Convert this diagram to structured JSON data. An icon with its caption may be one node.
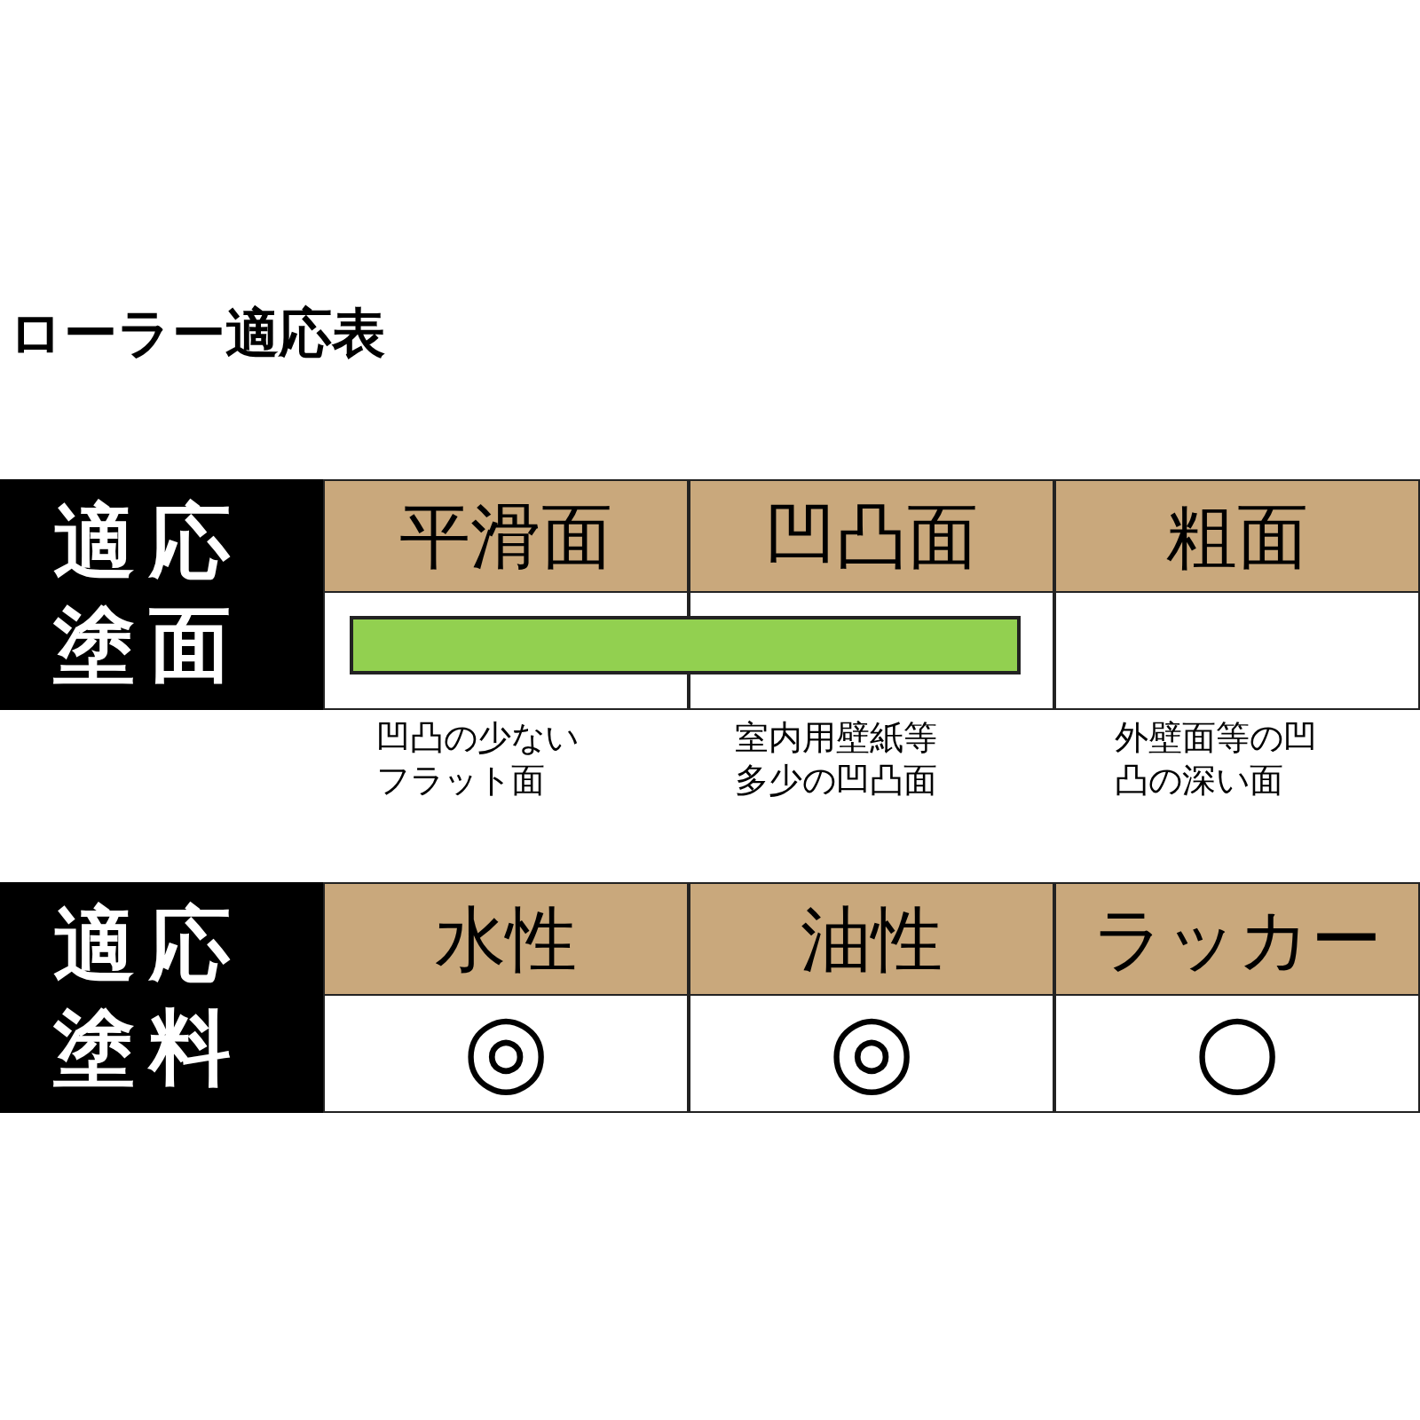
{
  "diagram": {
    "title": "ローラー適応表",
    "nodes": [
      {
        "text": [],
        "shape": "bar"
      }
    ],
    "edges": [],
    "labels": [
      "適応塗面",
      "平滑面",
      "凹凸面",
      "粗面",
      "凹凸の少ないフラット面",
      "室内用壁紙等多少の凹凸面",
      "外壁面等の凹凸の深い面",
      "適応塗料",
      "水性",
      "油性",
      "ラッカー",
      "◎",
      "◎",
      "○"
    ]
  }
}
